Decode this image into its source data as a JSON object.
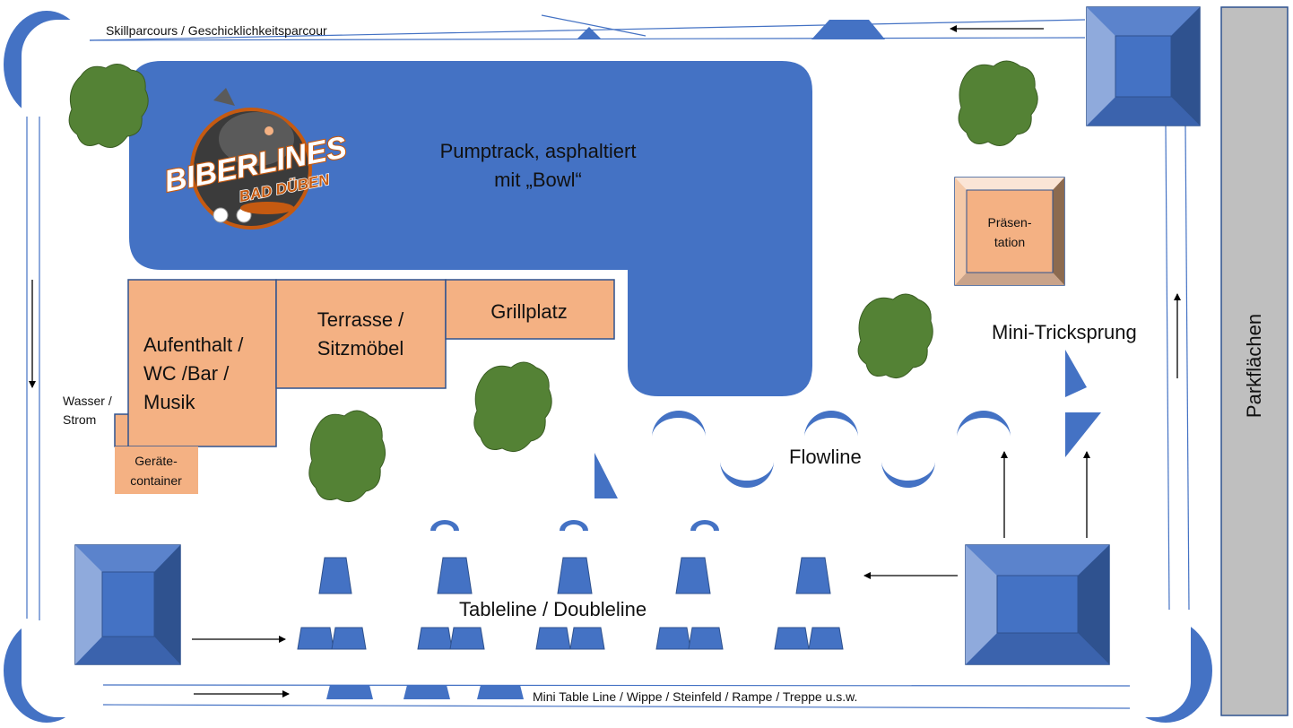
{
  "labels": {
    "skillparcours": "Skillparcours / Geschicklichkeitsparcour",
    "pumptrack_line1": "Pumptrack, asphaltiert",
    "pumptrack_line2": "mit „Bowl“",
    "aufenthalt_line1": "Aufenthalt /",
    "aufenthalt_line2": "WC /Bar /",
    "aufenthalt_line3": "Musik",
    "terrasse_line1": "Terrasse /",
    "terrasse_line2": "Sitzmöbel",
    "grillplatz": "Grillplatz",
    "wasser_line1": "Wasser /",
    "wasser_line2": "Strom",
    "geraete_line1": "Geräte-",
    "geraete_line2": "container",
    "praesentation_line1": "Präsen-",
    "praesentation_line2": "tation",
    "mini_tricksprung": "Mini-Tricksprung",
    "flowline": "Flowline",
    "tableline": "Tableline / Doubleline",
    "mini_table_line": "Mini Table Line / Wippe / Steinfeld / Rampe / Treppe u.s.w.",
    "parkflaechen": "Parkflächen"
  },
  "logo": {
    "line1": "BIBERLINES",
    "line2": "BAD DÜBEN"
  },
  "colors": {
    "track_blue": "#4472c4",
    "building_orange": "#f4b183",
    "tree_green": "#548235",
    "parking_gray": "#bfbfbf",
    "outline": "#2f528f"
  }
}
